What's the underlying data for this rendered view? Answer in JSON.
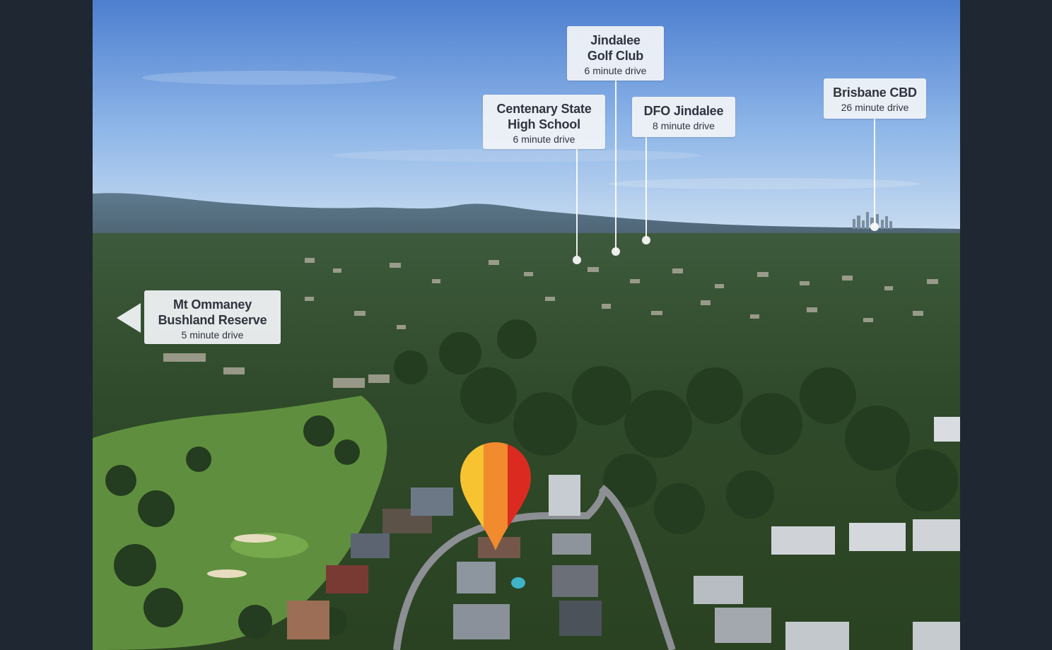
{
  "aerial_photo": {
    "labels": [
      {
        "id": "jindalee-golf-club",
        "name": "Jindalee\nGolf Club",
        "drive": "6 minute drive"
      },
      {
        "id": "centenary-state-high-school",
        "name": "Centenary State\nHigh School",
        "drive": "6 minute drive"
      },
      {
        "id": "dfo-jindalee",
        "name": "DFO Jindalee",
        "drive": "8 minute drive"
      },
      {
        "id": "brisbane-cbd",
        "name": "Brisbane CBD",
        "drive": "26 minute drive"
      },
      {
        "id": "mt-ommaney-bushland-reserve",
        "name": "Mt Ommaney\nBushland Reserve",
        "drive": "5 minute drive"
      }
    ],
    "property_marker": {
      "icon": "map-pin-icon",
      "colors": [
        "#f7c331",
        "#f28a2e",
        "#db2b21"
      ]
    }
  }
}
